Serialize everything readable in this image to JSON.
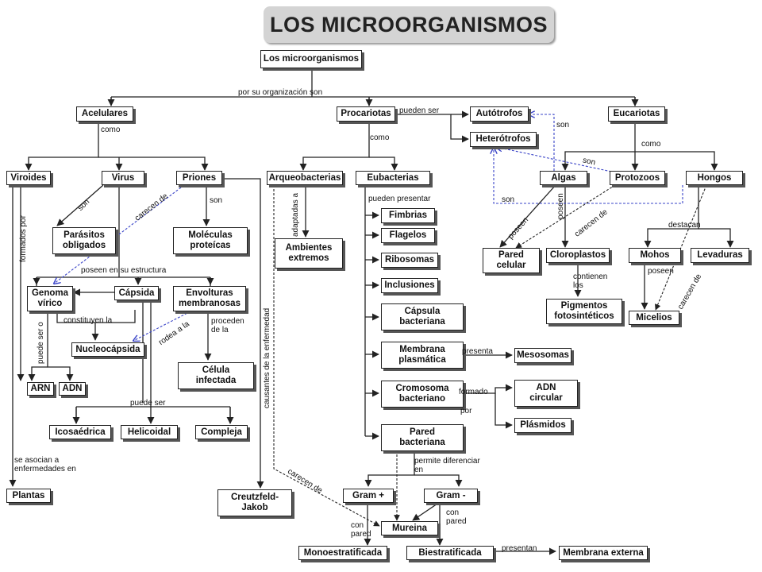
{
  "title": "LOS MICROORGANISMOS",
  "nodes": {
    "microorganismos": "Los microorganismos",
    "acelulares": "Acelulares",
    "procariotas": "Procariotas",
    "autotrofos": "Autótrofos",
    "heterotrofos": "Heterótrofos",
    "eucariotas": "Eucariotas",
    "viroides": "Viroides",
    "virus": "Virus",
    "priones": "Priones",
    "arqueobacterias": "Arqueobacterias",
    "eubacterias": "Eubacterias",
    "algas": "Algas",
    "protozoos": "Protozoos",
    "hongos": "Hongos",
    "parasitos": "Parásitos\nobligados",
    "moleculas": "Moléculas\nproteícas",
    "ambientes": "Ambientes\nextremos",
    "fimbrias": "Fimbrias",
    "flagelos": "Flagelos",
    "ribosomas": "Ribosomas",
    "inclusiones": "Inclusiones",
    "capsula_bacteriana": "Cápsula\nbacteriana",
    "membrana_plasmatica": "Membrana\nplasmática",
    "cromosoma": "Cromosoma\nbacteriano",
    "pared_bacteriana": "Pared\nbacteriana",
    "mesosomas": "Mesosomas",
    "adn_circular": "ADN\ncircular",
    "plasmidos": "Plásmidos",
    "pared_celular": "Pared\ncelular",
    "cloroplastos": "Cloroplastos",
    "mohos": "Mohos",
    "levaduras": "Levaduras",
    "pigmentos": "Pigmentos\nfotosintéticos",
    "micelios": "Micelios",
    "genoma": "Genoma\nvírico",
    "capsida": "Cápsida",
    "envolturas": "Envolturas\nmembranosas",
    "nucleocapsida": "Nucleocápsida",
    "celula_infectada": "Célula\ninfectada",
    "arn": "ARN",
    "adn": "ADN",
    "icosaedrica": "Icosaédrica",
    "helicoidal": "Helicoidal",
    "compleja": "Compleja",
    "plantas": "Plantas",
    "creutzfeld": "Creutzfeld-\nJakob",
    "gram_pos": "Gram +",
    "gram_neg": "Gram -",
    "mureina": "Mureina",
    "monoestratificada": "Monoestratificada",
    "biestratificada": "Biestratificada",
    "membrana_externa": "Membrana externa"
  },
  "labels": {
    "por_su_org": "por su organización   son",
    "pueden_ser": "pueden ser",
    "son_auto": "son",
    "como_acel": "como",
    "como_proc": "como",
    "como_euc": "como",
    "son_proto": "son",
    "son_algas": "son",
    "pueden_presentar": "pueden presentar",
    "son_priones": "son",
    "poseen_en_su": "poseen en   su estructura",
    "constituyen": "constituyen la",
    "proceden": "proceden\nde la",
    "puede_ser_cap": "puede ser",
    "presenta": "presenta",
    "formado": "formado",
    "por": "por",
    "destacan": "destacan",
    "contienen": "contienen\nlos",
    "poseen_mohos": "poseen",
    "permite": "permite diferenciar\nen",
    "con_pared_pos": "con\npared",
    "con_pared_neg": "con\npared",
    "presentan": "presentan",
    "se_asocian": "se asocian a\nenfermedades en",
    "formados_por": "formados por",
    "son_virus": "son",
    "carecen_de_virus": "carecen de",
    "puede_ser_o": "puede ser o",
    "rodea_a_la": "rodea a la",
    "causantes": "causantes de la enfermedad",
    "adaptadas_a": "adaptadas a",
    "carecen_de_arq": "carecen de",
    "poseen_algas": "poseen",
    "carecen_de_proto": "carecen de",
    "poseen_algas2": "poseen",
    "carecen_de_lev": "carecen de"
  },
  "colors": {
    "line": "#222222",
    "dashed_blue": "#3a44c8",
    "title_bg": "#d4d4d4"
  }
}
